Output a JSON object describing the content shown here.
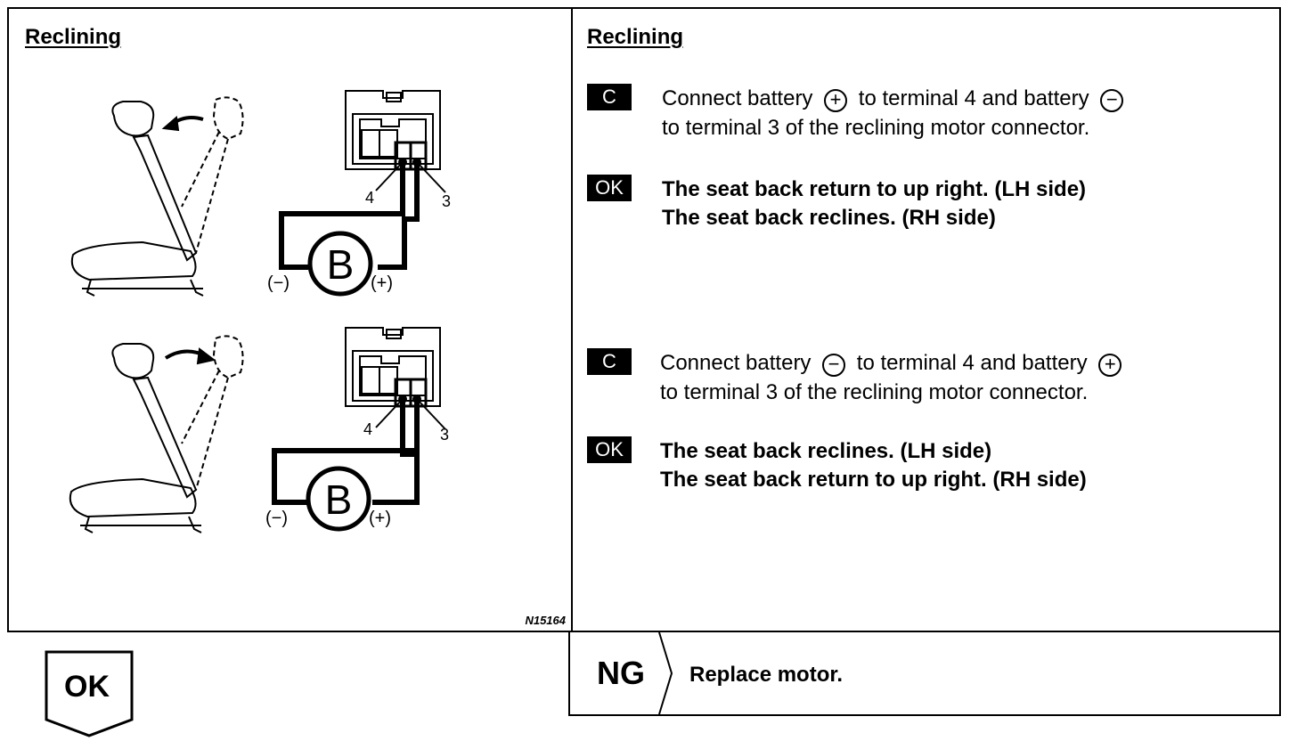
{
  "left": {
    "heading": "Reclining",
    "figure_id": "N15164"
  },
  "right": {
    "heading": "Reclining",
    "steps": [
      {
        "check_badge": "C",
        "line1_pre": "Connect battery",
        "sym1": "+",
        "line1_mid": "to terminal 4 and battery",
        "sym2": "−",
        "line2": "to terminal 3 of the reclining motor connector.",
        "ok_badge": "OK",
        "ok_line1": "The seat back return to up right. (LH side)",
        "ok_line2": "The seat back reclines. (RH side)"
      },
      {
        "check_badge": "C",
        "line1_pre": "Connect battery",
        "sym1": "−",
        "line1_mid": "to terminal 4 and battery",
        "sym2": "+",
        "line2": "to terminal 3 of the reclining motor connector.",
        "ok_badge": "OK",
        "ok_line1": "The seat back reclines. (LH side)",
        "ok_line2": "The seat back return to up right. (RH side)"
      }
    ]
  },
  "diagram": {
    "terminal_4": "4",
    "terminal_3": "3",
    "battery": "B",
    "neg_label": "(−)",
    "pos_label": "(+)"
  },
  "result_ng": {
    "label": "NG",
    "text": "Replace motor."
  },
  "result_ok": {
    "label": "OK"
  }
}
